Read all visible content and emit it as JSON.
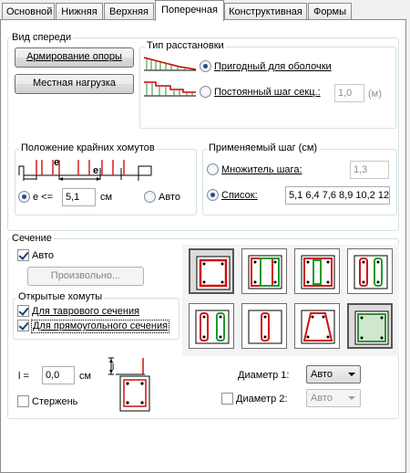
{
  "tabs": [
    {
      "label": "Основной"
    },
    {
      "label": "Нижняя"
    },
    {
      "label": "Верхняя"
    },
    {
      "label": "Поперечная"
    },
    {
      "label": "Конструктивная"
    },
    {
      "label": "Формы"
    }
  ],
  "front_view": {
    "title": "Вид спереди",
    "btn_support": "Армирование опоры",
    "btn_local_load": "Местная нагрузка"
  },
  "layout_type": {
    "title": "Тип расстановки",
    "option_shell": "Пригодный для оболочки",
    "option_constant": "Постоянный шаг секц.:",
    "constant_value": "1,0",
    "constant_unit": "(м)"
  },
  "edge_stirrups": {
    "title": "Положение крайних хомутов",
    "e_label": "e",
    "radio_label": "e <=",
    "value": "5,1",
    "unit": "см",
    "auto_label": "Авто"
  },
  "applied_step": {
    "title": "Применяемый шаг (см)",
    "multiplier_label": "Множитель шага:",
    "multiplier_value": "1,3",
    "list_label": "Список:",
    "list_value": "5,1 6,4 7,6 8,9 10,2 12"
  },
  "section": {
    "title": "Сечение",
    "auto_label": "Авто",
    "arbitrary_button": "Произвольно...",
    "open_stirrups_title": "Открытые хомуты",
    "tee_label": "Для таврового сечения",
    "rect_label": "Для прямоугольного сечения",
    "l_label": "l =",
    "l_value": "0,0",
    "l_unit": "см",
    "rod_label": "Стержень",
    "diagram_l": "l",
    "diameter1_label": "Диаметр 1:",
    "diameter1_value": "Авто",
    "diameter2_label": "Диаметр 2:",
    "diameter2_value": "Авто"
  },
  "colors": {
    "tab_active": "#ffffff",
    "group_border": "#d5dfe5",
    "rebar_red": "#e02020",
    "rebar_green": "#1e9a2e",
    "hatch_green": "#3a8a3a"
  }
}
